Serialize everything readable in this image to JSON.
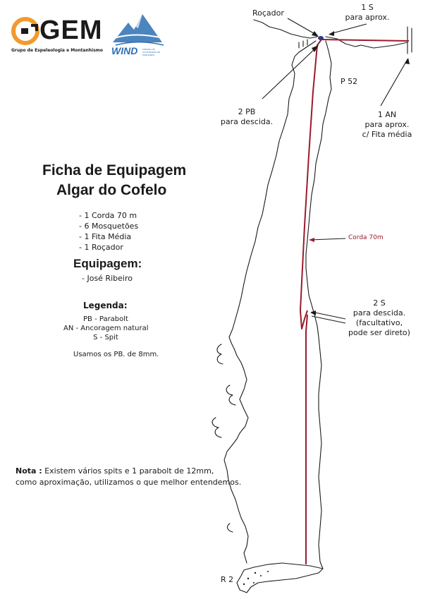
{
  "logos": {
    "gem": {
      "wordmark": "GEM",
      "subtitle": "Grupo de Espeleologia e Montanhismo"
    },
    "wind": {
      "wordmark": "WIND",
      "tagline": "CENTRO DE ACTIVIDADES DE MONTANHA"
    }
  },
  "header": {
    "title_line1": "Ficha de Equipagem",
    "title_line2": "Algar do Cofelo"
  },
  "material": [
    "- 1 Corda 70 m",
    "- 6 Mosquetões",
    "- 1 Fita Média",
    "- 1 Roçador"
  ],
  "equipagem": {
    "heading": "Equipagem:",
    "names": [
      "- José Ribeiro"
    ]
  },
  "legenda": {
    "heading": "Legenda:",
    "items": [
      "PB - Parabolt",
      "AN - Ancoragem natural",
      "S - Spit"
    ],
    "note": "Usamos os PB. de 8mm."
  },
  "nota": {
    "label": "Nota :",
    "text_line1": "Existem vários spits e 1 parabolt de 12mm,",
    "text_line2": "como aproximação, utilizamos o que melhor entendemos."
  },
  "annotations": {
    "rocador": "Roçador",
    "spit_top": [
      "1 S",
      "para aprox."
    ],
    "pitch": "P 52",
    "pb": [
      "2 PB",
      "para descida."
    ],
    "an": [
      "1 AN",
      "para aprox.",
      "c/ Fita média"
    ],
    "rope": "Corda 70m",
    "spits_mid": [
      "2 S",
      "para descida.",
      "(facultativo,",
      "pode ser direto)"
    ],
    "bottom": "R 2"
  },
  "colors": {
    "rope": "#9b1b2b",
    "gem_orange": "#f29a2e",
    "wind_blue": "#2d6fb3",
    "line": "#1a1a1a"
  }
}
